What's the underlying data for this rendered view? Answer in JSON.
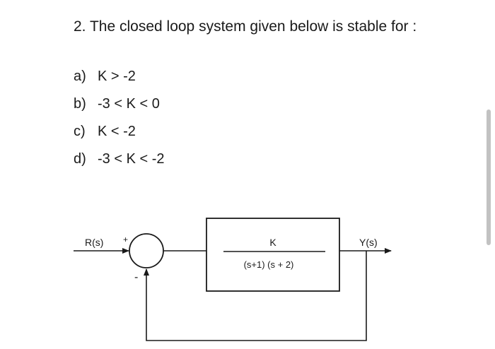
{
  "question": {
    "text": "2.  The closed loop system given below is stable for :"
  },
  "options": [
    {
      "letter": "a)",
      "text": "K > -2"
    },
    {
      "letter": "b)",
      "text": "-3 < K < 0"
    },
    {
      "letter": "c)",
      "text": "K < -2"
    },
    {
      "letter": "d)",
      "text": "-3 < K < -2"
    }
  ],
  "diagram": {
    "input_label": "R(s)",
    "output_label": "Y(s)",
    "plus_sign": "+",
    "minus_sign": "-",
    "numerator": "K",
    "denominator": "(s+1) (s + 2)"
  }
}
